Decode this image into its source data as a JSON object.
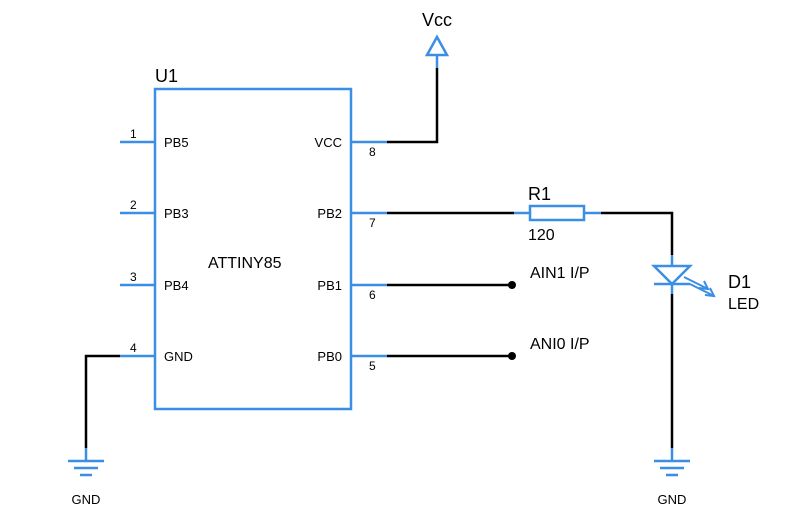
{
  "colors": {
    "component": "#3a8ee6",
    "wire": "#000000",
    "background": "#ffffff"
  },
  "chip": {
    "ref": "U1",
    "name": "ATTINY85",
    "pins": {
      "p1": {
        "num": "1",
        "name": "PB5"
      },
      "p2": {
        "num": "2",
        "name": "PB3"
      },
      "p3": {
        "num": "3",
        "name": "PB4"
      },
      "p4": {
        "num": "4",
        "name": "GND"
      },
      "p8": {
        "num": "8",
        "name": "VCC"
      },
      "p7": {
        "num": "7",
        "name": "PB2"
      },
      "p6": {
        "num": "6",
        "name": "PB1"
      },
      "p5": {
        "num": "5",
        "name": "PB0"
      }
    }
  },
  "power": {
    "vcc_label": "Vcc"
  },
  "grounds": {
    "left_label": "GND",
    "right_label": "GND"
  },
  "resistor": {
    "ref": "R1",
    "value": "120"
  },
  "led": {
    "ref": "D1",
    "value": "LED"
  },
  "nets": {
    "ain1": "AIN1 I/P",
    "ani0": "ANI0 I/P"
  }
}
